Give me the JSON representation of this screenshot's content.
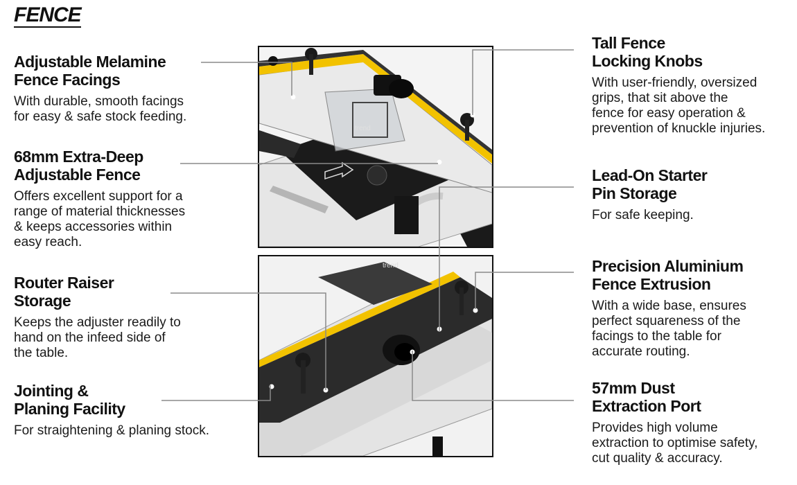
{
  "heading": "FENCE",
  "features": {
    "melamine": {
      "title_1": "Adjustable Melamine",
      "title_2": "Fence Facings",
      "desc": [
        "With durable, smooth facings",
        "for easy & safe stock feeding."
      ]
    },
    "extra_deep": {
      "title_1": "68mm Extra-Deep",
      "title_2": "Adjustable Fence",
      "desc": [
        "Offers excellent support for a",
        "range of material thicknesses",
        "& keeps accessories within",
        "easy reach."
      ]
    },
    "raiser": {
      "title_1": "Router Raiser",
      "title_2": "Storage",
      "desc": [
        "Keeps the adjuster readily to",
        "hand on the infeed side of",
        "the table."
      ]
    },
    "jointing": {
      "title_1": "Jointing &",
      "title_2": "Planing Facility",
      "desc": [
        "For straightening & planing stock."
      ]
    },
    "knobs": {
      "title_1": "Tall Fence",
      "title_2": "Locking Knobs",
      "desc": [
        "With user-friendly, oversized",
        "grips, that sit above the",
        "fence for easy operation &",
        "prevention of knuckle injuries."
      ]
    },
    "starter_pin": {
      "title_1": "Lead-On Starter",
      "title_2": "Pin Storage",
      "desc": [
        "For safe keeping."
      ]
    },
    "extrusion": {
      "title_1": "Precision Aluminium",
      "title_2": "Fence Extrusion",
      "desc": [
        "With a wide base, ensures",
        "perfect squareness of the",
        "facings to the table for",
        "accurate routing."
      ]
    },
    "dust_port": {
      "title_1": "57mm Dust",
      "title_2": "Extraction Port",
      "desc": [
        "Provides high volume",
        "extraction to optimise safety,",
        "cut quality & accuracy."
      ]
    }
  },
  "photo_labels": {
    "brand_top": "trend",
    "brand_bottom": "trend"
  },
  "colors": {
    "ruler": "#f2c200",
    "line": "#8a8a8a",
    "dot": "#ffffff",
    "panel_border": "#111111"
  }
}
